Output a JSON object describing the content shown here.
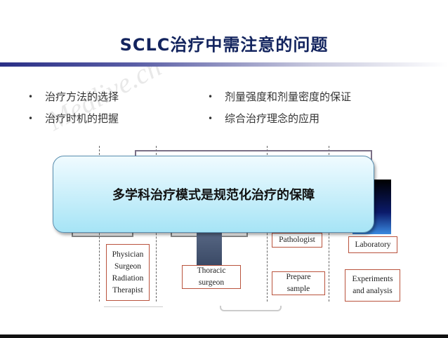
{
  "slide": {
    "title": "SCLC治疗中需注意的问题",
    "bullets_left": [
      "治疗方法的选择",
      "治疗时机的把握"
    ],
    "bullets_right": [
      "剂量强度和剂量密度的保证",
      "综合治疗理念的应用"
    ],
    "callout": "多学科治疗模式是规范化治疗的保障",
    "diagram": {
      "physician_box": [
        "Physician",
        "Surgeon",
        "Radiation",
        "Therapist"
      ],
      "thoracic_box": [
        "Thoracic",
        "surgeon"
      ],
      "pathologist": "Pathologist",
      "prepare_box": [
        "Prepare",
        "sample"
      ],
      "laboratory": "Laboratory",
      "experiments_box": [
        "Experiments",
        "and analysis"
      ]
    },
    "watermark": "Medlive.cn"
  }
}
